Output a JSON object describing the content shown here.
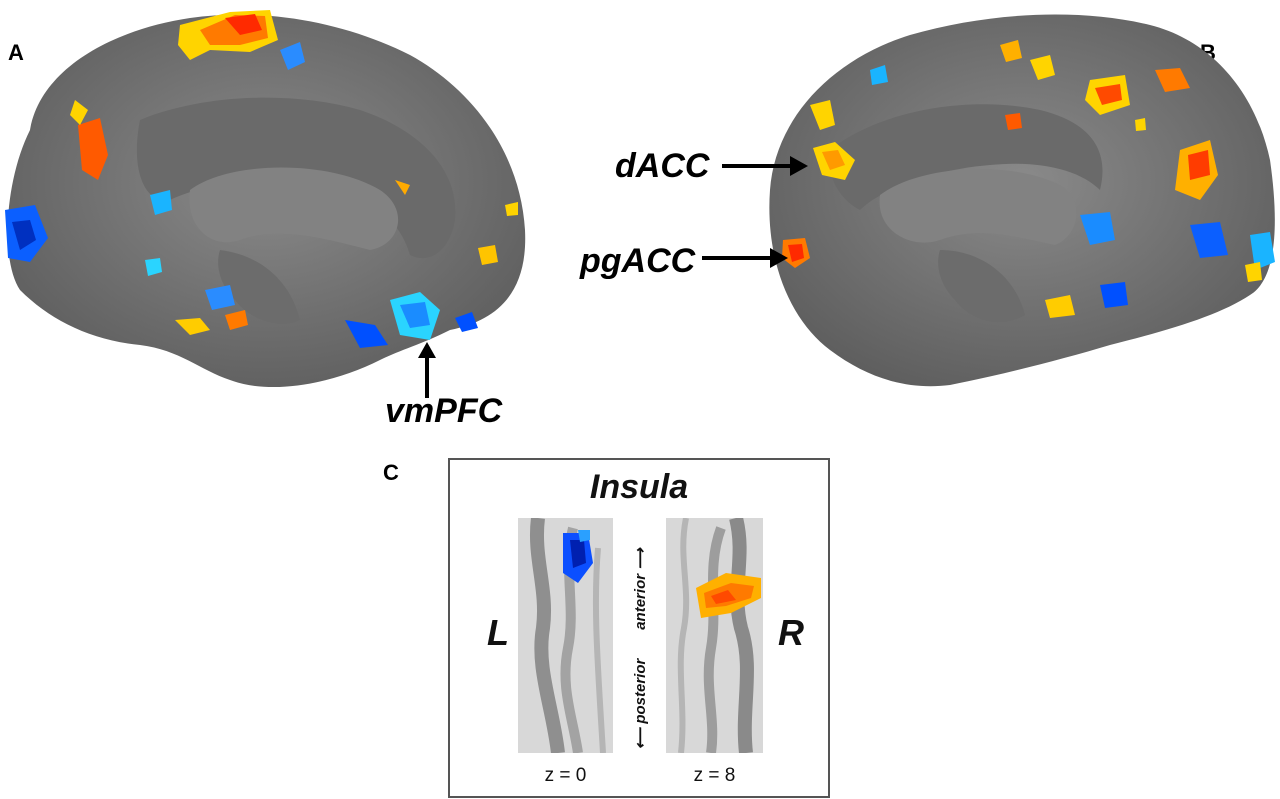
{
  "panels": {
    "a": {
      "letter": "A",
      "label": "vmPFC"
    },
    "b": {
      "letter": "B",
      "label_top": "dACC",
      "label_bottom": "pgACC"
    },
    "c": {
      "letter": "C",
      "title": "Insula",
      "left_side": "L",
      "right_side": "R",
      "z_left": "z = 0",
      "z_right": "z = 8",
      "axis_anterior": "anterior",
      "axis_posterior": "posterior"
    }
  },
  "colors": {
    "brain": "#7a7a7a",
    "brain_dark": "#5f5f5f",
    "activation_hot": "#ff3c00",
    "activation_warm": "#ffd400",
    "activation_cold": "#0050ff",
    "activation_cyan": "#2ad4ff"
  }
}
